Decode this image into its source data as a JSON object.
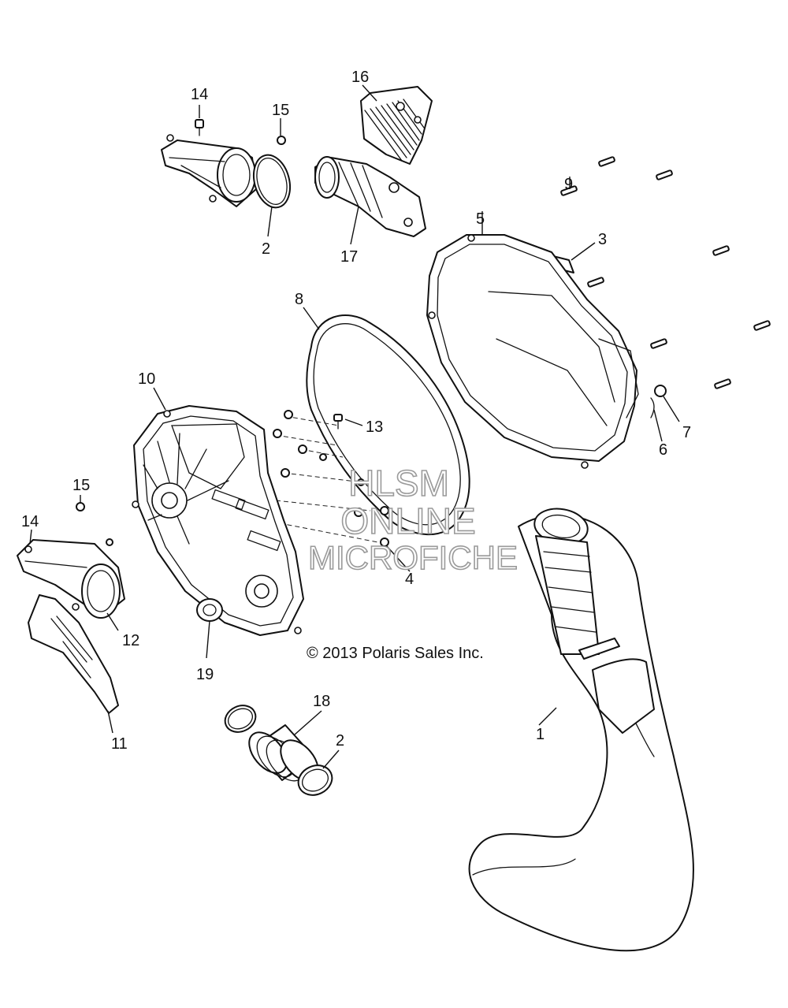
{
  "callouts": {
    "c1": "1",
    "c2a": "2",
    "c2b": "2",
    "c3": "3",
    "c4": "4",
    "c5": "5",
    "c6": "6",
    "c7": "7",
    "c8": "8",
    "c9": "9",
    "c10": "10",
    "c11": "11",
    "c12": "12",
    "c13": "13",
    "c14a": "14",
    "c14b": "14",
    "c15a": "15",
    "c15b": "15",
    "c16": "16",
    "c17": "17",
    "c18": "18",
    "c19": "19"
  },
  "copyright": "© 2013 Polaris Sales Inc.",
  "watermark": {
    "line1": "HLSM",
    "line2": "ONLINE",
    "line3": "MICROFICHE"
  }
}
